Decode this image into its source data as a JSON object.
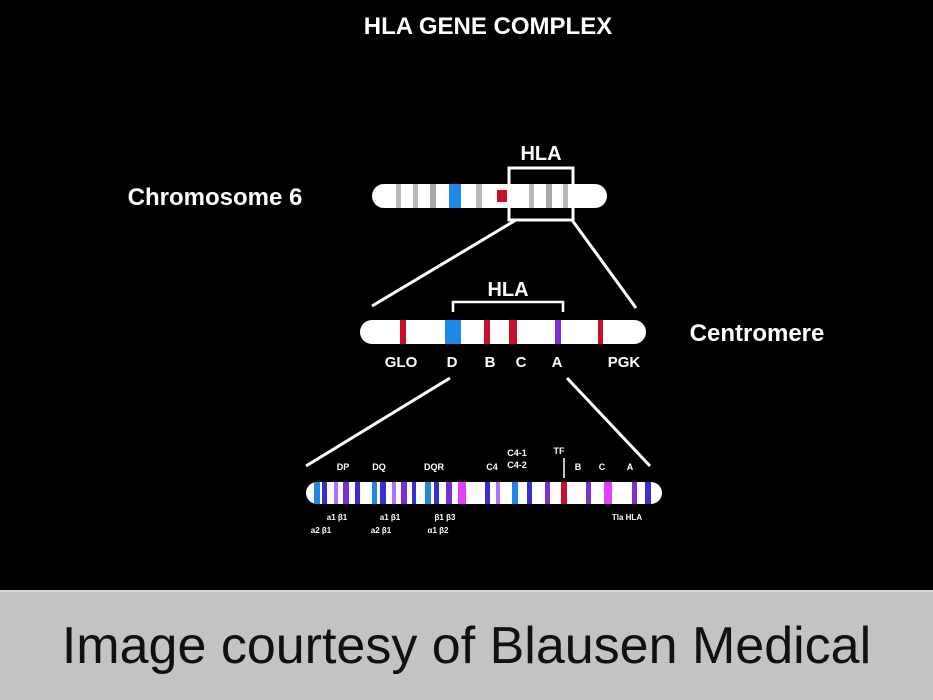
{
  "title": "HLA GENE COMPLEX",
  "chromosome": {
    "label": "Chromosome 6",
    "region_label": "HLA"
  },
  "region": {
    "bracket_label": "HLA",
    "side_label": "Centromere",
    "genes": [
      "GLO",
      "D",
      "B",
      "C",
      "A",
      "PGK"
    ]
  },
  "detail": {
    "top_labels": [
      "DP",
      "DQ",
      "DQR",
      "C4",
      "C4-1",
      "C4-2",
      "TF",
      "B",
      "C",
      "A"
    ],
    "bottom_labels": [
      "a1 β1",
      "a2 β1",
      "a1 β1",
      "a2 β1",
      "β1 β3",
      "α1 β2",
      "Tla HLA"
    ]
  },
  "colors": {
    "background": "#000000",
    "band_red": "#c8102e",
    "band_blue": "#1e88e5",
    "band_purple": "#7b2fd0",
    "band_violet": "#3b2ed0",
    "band_pink": "#e040fb",
    "footer_bg": "#c3c3c3"
  },
  "credit": "Image courtesy of Blausen Medical"
}
